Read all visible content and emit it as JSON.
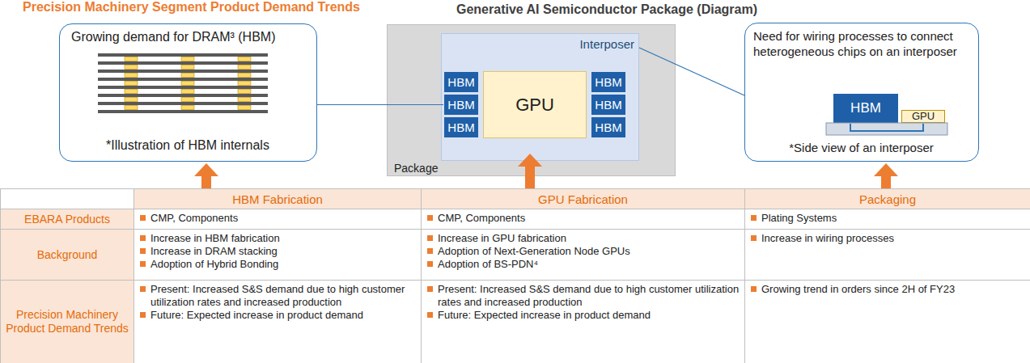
{
  "diagram": {
    "title": "Precision Machinery Segment Product Demand Trends",
    "nodes": [
      {
        "text": [
          "Growing demand for DRAM³ (HBM)",
          "*Illustration of HBM internals"
        ]
      },
      {
        "text": [
          "Package"
        ]
      },
      {
        "text": [
          "Interposer"
        ],
        "in": 1
      },
      {
        "text": [
          "HBM"
        ],
        "in": 2
      },
      {
        "text": [
          "HBM"
        ],
        "in": 2
      },
      {
        "text": [
          "HBM"
        ],
        "in": 2
      },
      {
        "text": [
          "GPU"
        ],
        "in": 2
      },
      {
        "text": [
          "HBM"
        ],
        "in": 2
      },
      {
        "text": [
          "HBM"
        ],
        "in": 2
      },
      {
        "text": [
          "HBM"
        ],
        "in": 2
      },
      {
        "text": [
          "Need for wiring processes to connect heterogeneous chips on an interposer",
          "*Side view of an interposer"
        ]
      },
      {
        "text": [
          "HBM"
        ],
        "in": 10
      },
      {
        "text": [
          "GPU"
        ],
        "in": 10
      }
    ],
    "edges": [
      {
        "from": 0,
        "to": 4,
        "arrow": "none"
      },
      {
        "from": 2,
        "to": 10,
        "arrow": "none"
      }
    ],
    "labels": [
      "Generative AI Semiconductor Package (Diagram)",
      "HBM Fabrication",
      "GPU Fabrication",
      "Packaging",
      "EBARA Products",
      "CMP, Components",
      "CMP, Components",
      "Plating Systems",
      "Background",
      "Increase in HBM fabrication",
      "Increase in DRAM stacking",
      "Adoption of Hybrid Bonding",
      "Increase in GPU fabrication",
      "Adoption of Next-Generation Node GPUs",
      "Adoption of BS-PDN⁴",
      "Increase in wiring processes",
      "Precision Machinery Product Demand Trends",
      "Present: Increased S&S demand due to high customer utilization rates and increased production",
      "Future: Expected increase in product demand",
      "Present: Increased S&S demand due to high customer utilization rates and increased production",
      "Future: Expected increase in product demand",
      "Growing trend in orders since 2H of FY23"
    ]
  }
}
